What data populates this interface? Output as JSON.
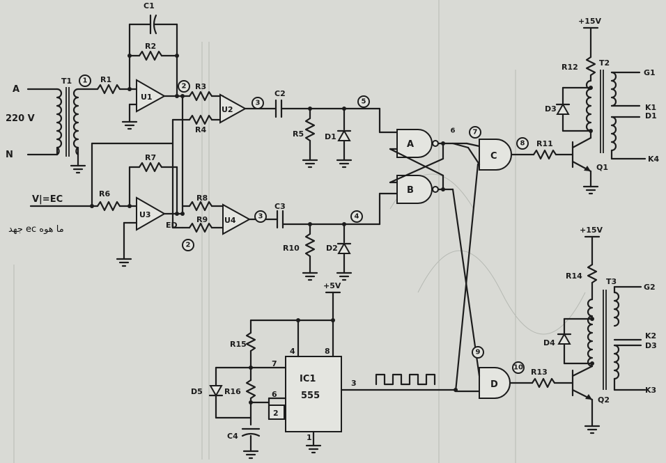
{
  "inputs": {
    "a": "A",
    "n": "N",
    "mains": "220 V",
    "v_label": "V|=EC",
    "ed": "ED"
  },
  "note": "جهد ec ما هوه",
  "supplies": {
    "top": "+15V",
    "bottom": "+15V",
    "timer": "+5V"
  },
  "parts": {
    "t1": "T1",
    "t2": "T2",
    "t3": "T3",
    "c1": "C1",
    "c2": "C2",
    "c3": "C3",
    "c4": "C4",
    "r1": "R1",
    "r2": "R2",
    "r3": "R3",
    "r4": "R4",
    "r5": "R5",
    "r6": "R6",
    "r7": "R7",
    "r8": "R8",
    "r9": "R9",
    "r10": "R10",
    "r11": "R11",
    "r12": "R12",
    "r13": "R13",
    "r14": "R14",
    "r15": "R15",
    "r16": "R16",
    "u1": "U1",
    "u2": "U2",
    "u3": "U3",
    "u4": "U4",
    "d1": "D1",
    "d2": "D2",
    "d3": "D3",
    "d4": "D4",
    "d5": "D5",
    "q1": "Q1",
    "q2": "Q2",
    "ic1": "IC1",
    "ic1_type": "555",
    "gate_a": "A",
    "gate_b": "B",
    "gate_c": "C",
    "gate_d": "D"
  },
  "pins": {
    "p4": "4",
    "p8": "8",
    "p7": "7",
    "p6": "6",
    "p2": "2",
    "p3": "3",
    "p1": "1"
  },
  "outputs": {
    "g1": "G1",
    "k1": "K1",
    "d1": "D1",
    "k4": "K4",
    "g2": "G2",
    "k2": "K2",
    "d3": "D3",
    "k3": "K3"
  },
  "nodes": [
    "1",
    "2",
    "3",
    "4",
    "5",
    "6",
    "7",
    "8",
    "9",
    "10"
  ],
  "colors": {
    "ink": "#1c1c1c",
    "paper": "#d9dad5"
  }
}
